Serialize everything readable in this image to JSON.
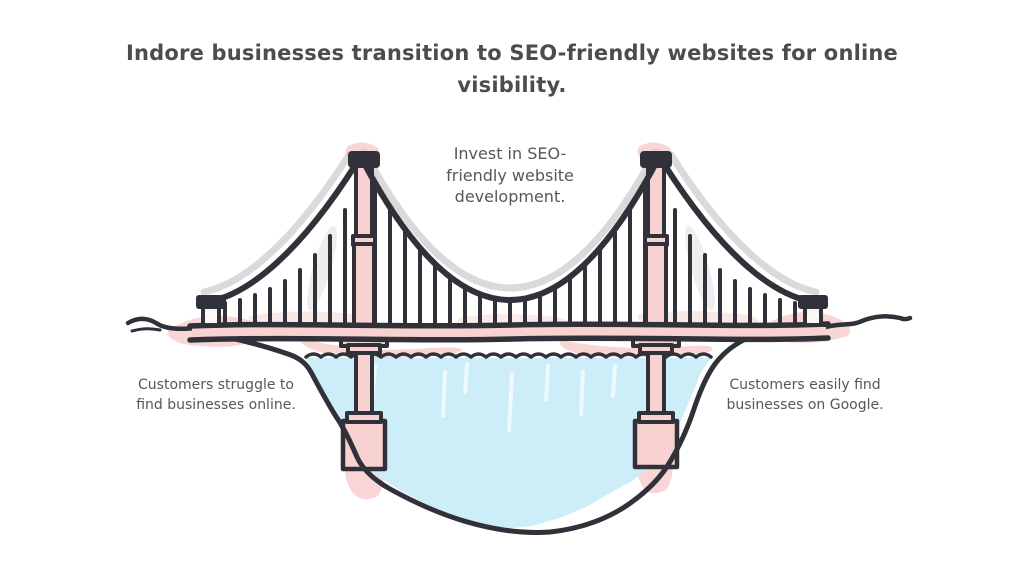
{
  "title": {
    "text": "Indore businesses transition to SEO-friendly websites for online visibility."
  },
  "annotations": {
    "invest": {
      "text": "Invest in SEO-friendly website development."
    },
    "before": {
      "text": "Customers struggle to find businesses online."
    },
    "after": {
      "text": "Customers easily find businesses on Google."
    }
  },
  "illustration": {
    "name": "suspension-bridge-over-river",
    "colors": {
      "outline": "#31313a",
      "pink_fill": "#f8d2d1",
      "pink_blob": "#f5c5c3",
      "water_blue": "#cdedf9",
      "shadow_gray": "#dadada",
      "title_text": "#4c4c4e",
      "annotation_text": "#57575b",
      "background": "#ffffff"
    }
  }
}
